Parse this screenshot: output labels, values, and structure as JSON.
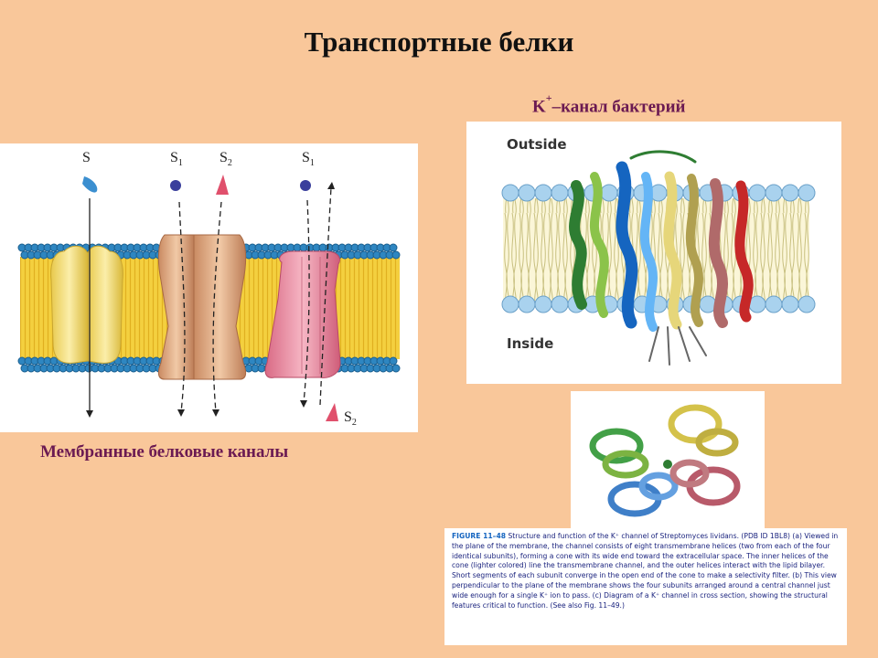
{
  "title": "Транспортные белки",
  "kchannel": {
    "prefix": "K",
    "superscript": "+",
    "suffix": "–канал бактерий",
    "outside_label": "Outside",
    "inside_label": "Inside"
  },
  "membrane_caption": "Мембранные белковые каналы",
  "labels": {
    "s": "S",
    "s1_a": "S",
    "s1_a_sub": "1",
    "s2_a": "S",
    "s2_a_sub": "2",
    "s1_b": "S",
    "s1_b_sub": "1",
    "s2_b": "S",
    "s2_b_sub": "2"
  },
  "figure_caption": {
    "label": "FIGURE 11–48",
    "text": "Structure and function of the K⁺ channel of Streptomyces lividans. (PDB ID 1BL8) (a) Viewed in the plane of the membrane, the channel consists of eight transmembrane helices (two from each of the four identical subunits), forming a cone with its wide end toward the extracellular space. The inner helices of the cone (lighter colored) line the transmembrane channel, and the outer helices interact with the lipid bilayer. Short segments of each subunit converge in the open end of the cone to make a selectivity filter. (b) This view perpendicular to the plane of the membrane shows the four subunits arranged around a central channel just wide enough for a single K⁺ ion to pass. (c) Diagram of a K⁺ channel in cross section, showing the structural features critical to function. (See also Fig. 11–49.)"
  },
  "colors": {
    "background": "#f9c79a",
    "caption_text": "#6b1a52",
    "lipid_head_blue": "#2e86c1",
    "lipid_tail_yellow": "#f4d03f",
    "channel_yellow": "#f2dc72",
    "channel_tan": "#d9a47c",
    "channel_pink": "#e88aa0"
  }
}
